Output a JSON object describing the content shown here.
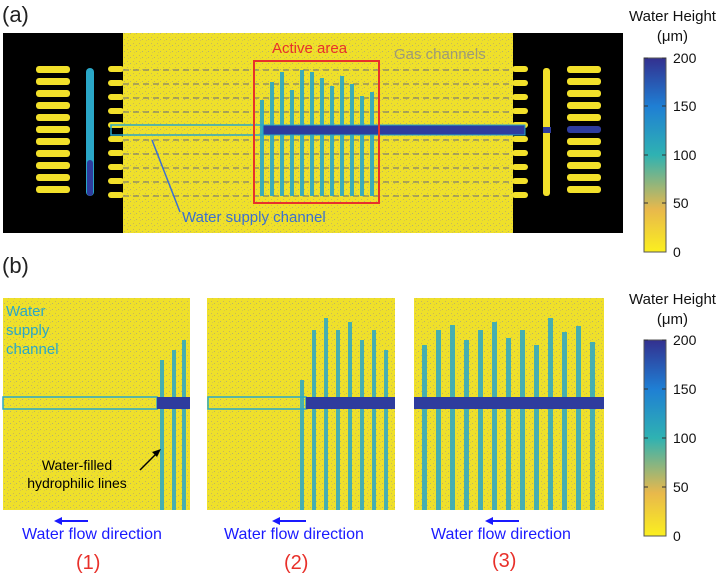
{
  "panel_a": {
    "label": "(a)",
    "active_area": "Active area",
    "gas_channels": "Gas channels",
    "water_supply_channel": "Water supply channel",
    "colorbar": {
      "title_line1": "Water Height",
      "title_line2": "(μm)",
      "ticks": [
        "200",
        "150",
        "100",
        "50",
        "0"
      ]
    }
  },
  "panel_b": {
    "label": "(b)",
    "water_supply_annotation": [
      "Water",
      "supply",
      "channel"
    ],
    "water_filled_annotation": [
      "Water-filled",
      "hydrophilic lines"
    ],
    "flow_label": "Water flow direction",
    "stages": [
      "(1)",
      "(2)",
      "(3)"
    ],
    "colorbar": {
      "title_line1": "Water Height",
      "title_line2": "(μm)",
      "ticks": [
        "200",
        "150",
        "100",
        "50",
        "0"
      ]
    }
  },
  "colors": {
    "yellow": "#f2e02a",
    "blue": "#2e3c9e",
    "cyan": "#2aa7c7",
    "red": "#e8302a",
    "arrow_blue": "#1a1aff",
    "black": "#000000"
  }
}
